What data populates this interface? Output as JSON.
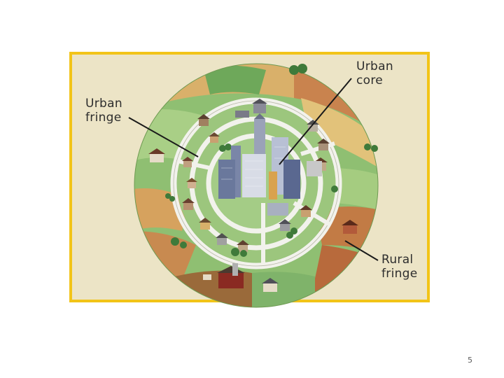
{
  "labels": {
    "urban_core": "Urban\ncore",
    "urban_fringe": "Urban\nfringe",
    "rural_fringe": "Rural\nfringe"
  },
  "page_number": "5",
  "colors": {
    "frame_border": "#f2c418",
    "frame_fill": "#ece4c6",
    "field_green": "#7fb36a",
    "field_tan": "#d9b06a",
    "field_brown": "#b87446",
    "road": "#f2f2ec"
  }
}
